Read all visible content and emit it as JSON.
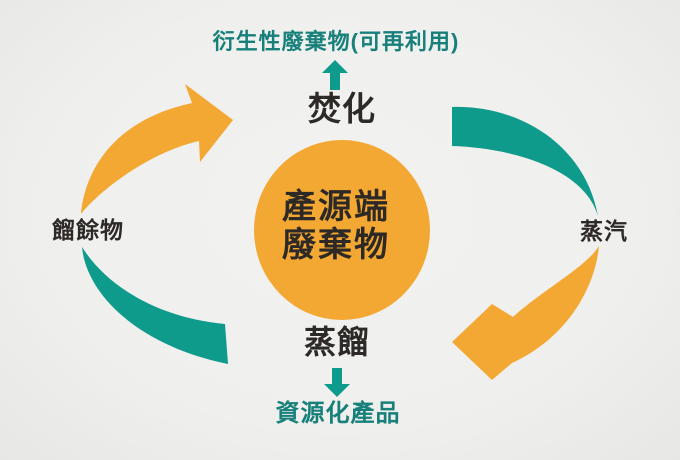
{
  "diagram": {
    "title": "waste-recycling-cycle",
    "center": {
      "line1": "產源端",
      "line2": "廢棄物"
    },
    "nodes": {
      "top_process": "焚化",
      "top_output": "衍生性廢棄物(可再利用)",
      "right_byproduct": "蒸汽",
      "bottom_process": "蒸餾",
      "bottom_output": "資源化產品",
      "left_byproduct": "餾餘物"
    },
    "flow": [
      "產源端廢棄物 → 焚化 → 衍生性廢棄物(可再利用)",
      "焚化 → 蒸汽 → 蒸餾",
      "蒸餾 → 資源化產品",
      "蒸餾 → 餾餘物 → 焚化"
    ],
    "icons": {
      "up_arrow": "up-arrow-icon",
      "down_arrow": "down-arrow-icon",
      "cycle_arrows": [
        "curved-arrow-orange-left",
        "curved-tail-teal-right",
        "curved-arrow-orange-right",
        "curved-tail-teal-left"
      ]
    }
  },
  "colors": {
    "orange": "#f3a833",
    "teal": "#0e9b8c",
    "teal_text": "#18807b",
    "dark_text": "#2d2926",
    "background": "#f0f0ee"
  }
}
